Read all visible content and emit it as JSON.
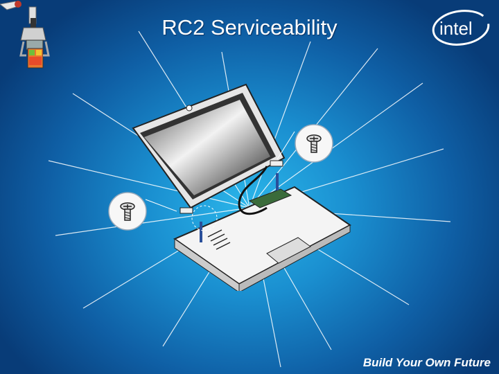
{
  "slide": {
    "title": "RC2 Serviceability",
    "footer": "Build Your Own Future",
    "brand_logo": "intel",
    "colors": {
      "background_center": "#2bb6ea",
      "background_edge": "#083c78",
      "text": "#ffffff"
    }
  },
  "illustration": {
    "subject": "laptop-disassembly-diagram",
    "callouts": [
      {
        "name": "left-hinge-screw",
        "icon": "screw-icon"
      },
      {
        "name": "right-hinge-screw",
        "icon": "screw-icon"
      }
    ]
  }
}
